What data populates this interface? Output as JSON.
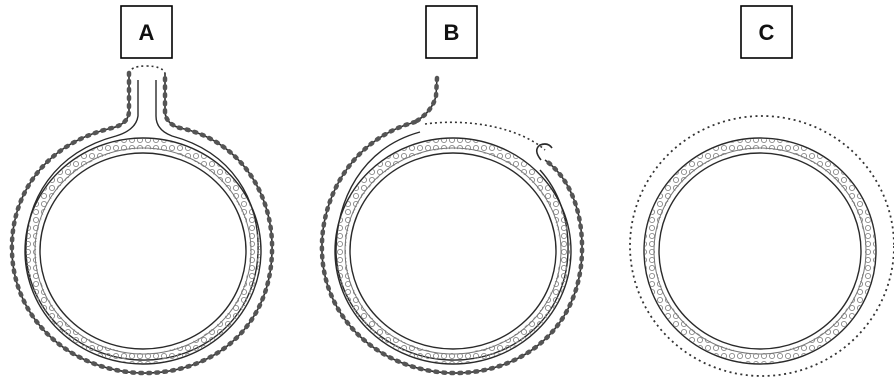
{
  "panels": [
    {
      "label": "A"
    },
    {
      "label": "B"
    },
    {
      "label": "C"
    }
  ],
  "colors": {
    "line": "#2a2a2a",
    "band": "#6f6f6f",
    "band_light": "#9a9a9a",
    "dotted": "#333333",
    "box_stroke": "#000000"
  }
}
